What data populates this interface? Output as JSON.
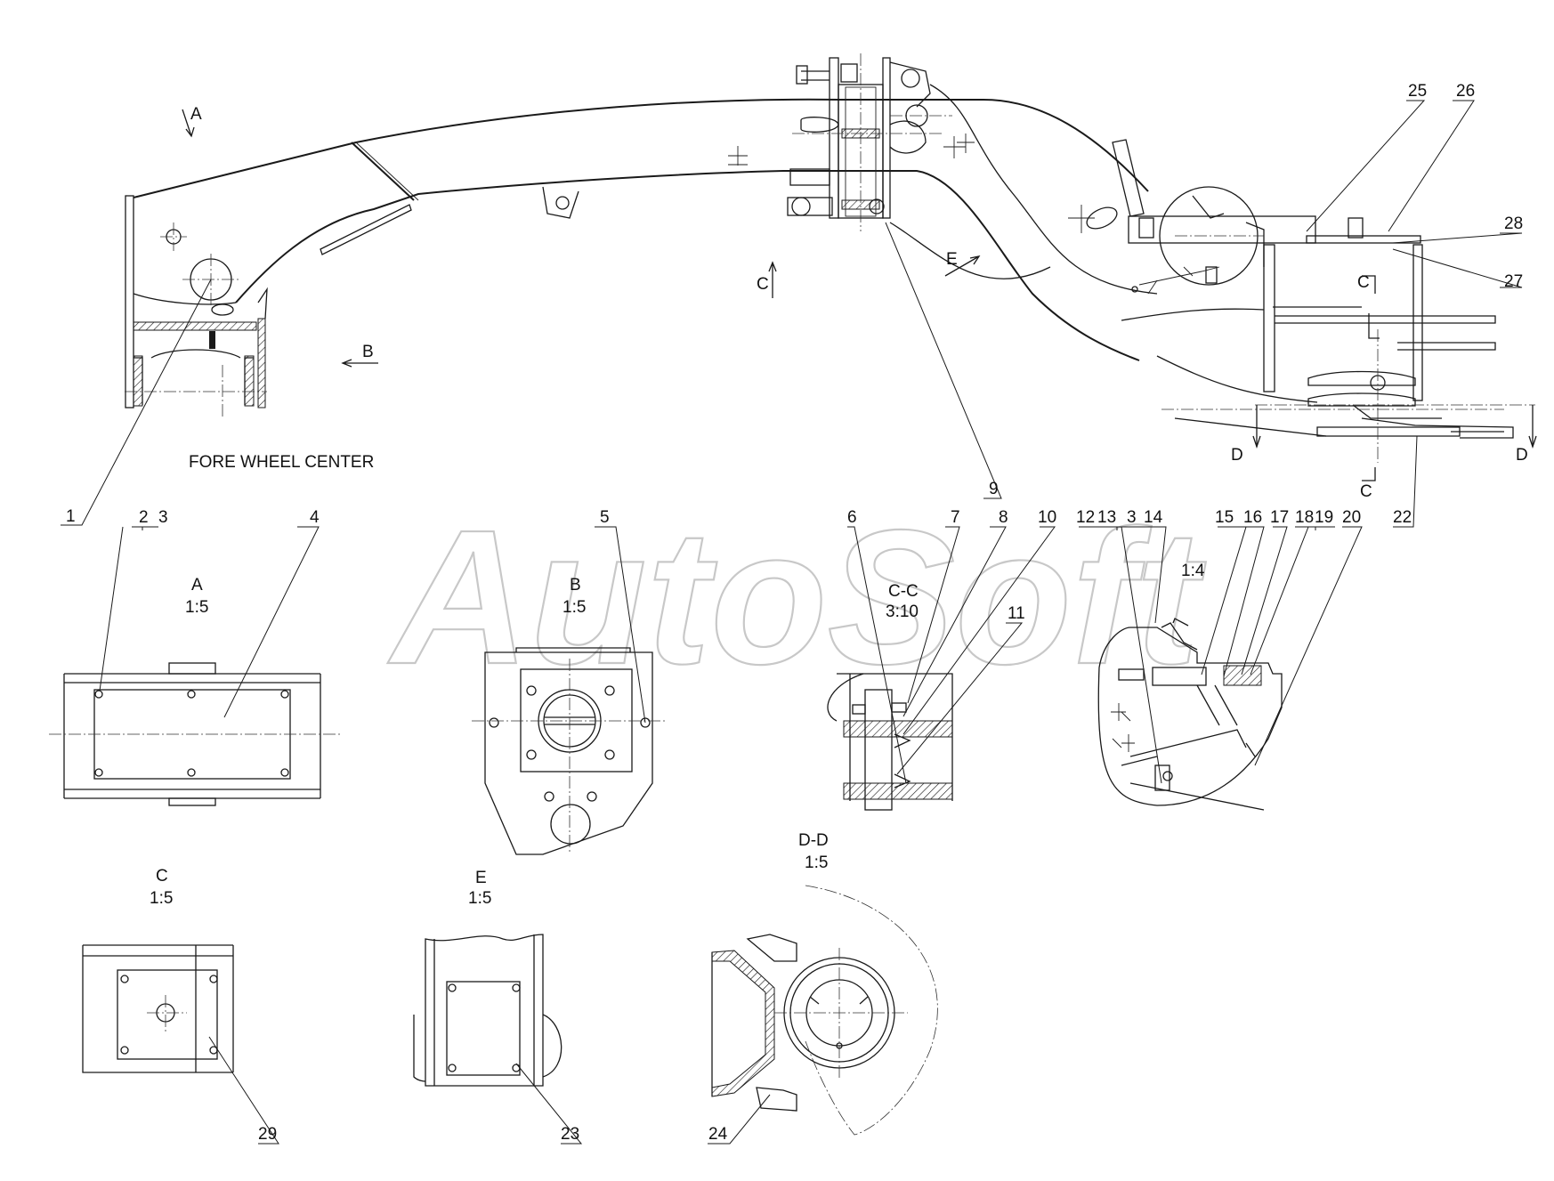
{
  "watermark": "AutoSoft",
  "main_view": {
    "caption": "FORE WHEEL CENTER",
    "arrows": {
      "A": "A",
      "B": "B",
      "C": "C",
      "E": "E"
    },
    "section_marks": {
      "C_top": "C",
      "C_bottom": "C",
      "D_left": "D",
      "D_right": "D"
    }
  },
  "details": {
    "A": {
      "title": "A",
      "scale": "1:5"
    },
    "B": {
      "title": "B",
      "scale": "1:5"
    },
    "CC": {
      "title": "C-C",
      "scale": "3:10"
    },
    "magnified": {
      "scale": "1:4"
    },
    "C": {
      "title": "C",
      "scale": "1:5"
    },
    "E": {
      "title": "E",
      "scale": "1:5"
    },
    "DD": {
      "title": "D-D",
      "scale": "1:5"
    }
  },
  "part_numbers": {
    "p1": "1",
    "p2": "2",
    "p3": "3",
    "p4": "4",
    "p5": "5",
    "p6": "6",
    "p7": "7",
    "p8": "8",
    "p9": "9",
    "p10": "10",
    "p11": "11",
    "p12": "12",
    "p13": "13",
    "p3b": "3",
    "p14": "14",
    "p15": "15",
    "p16": "16",
    "p17": "17",
    "p18": "18",
    "p19": "19",
    "p20": "20",
    "p22": "22",
    "p23": "23",
    "p24": "24",
    "p25": "25",
    "p26": "26",
    "p27": "27",
    "p28": "28",
    "p29": "29"
  }
}
